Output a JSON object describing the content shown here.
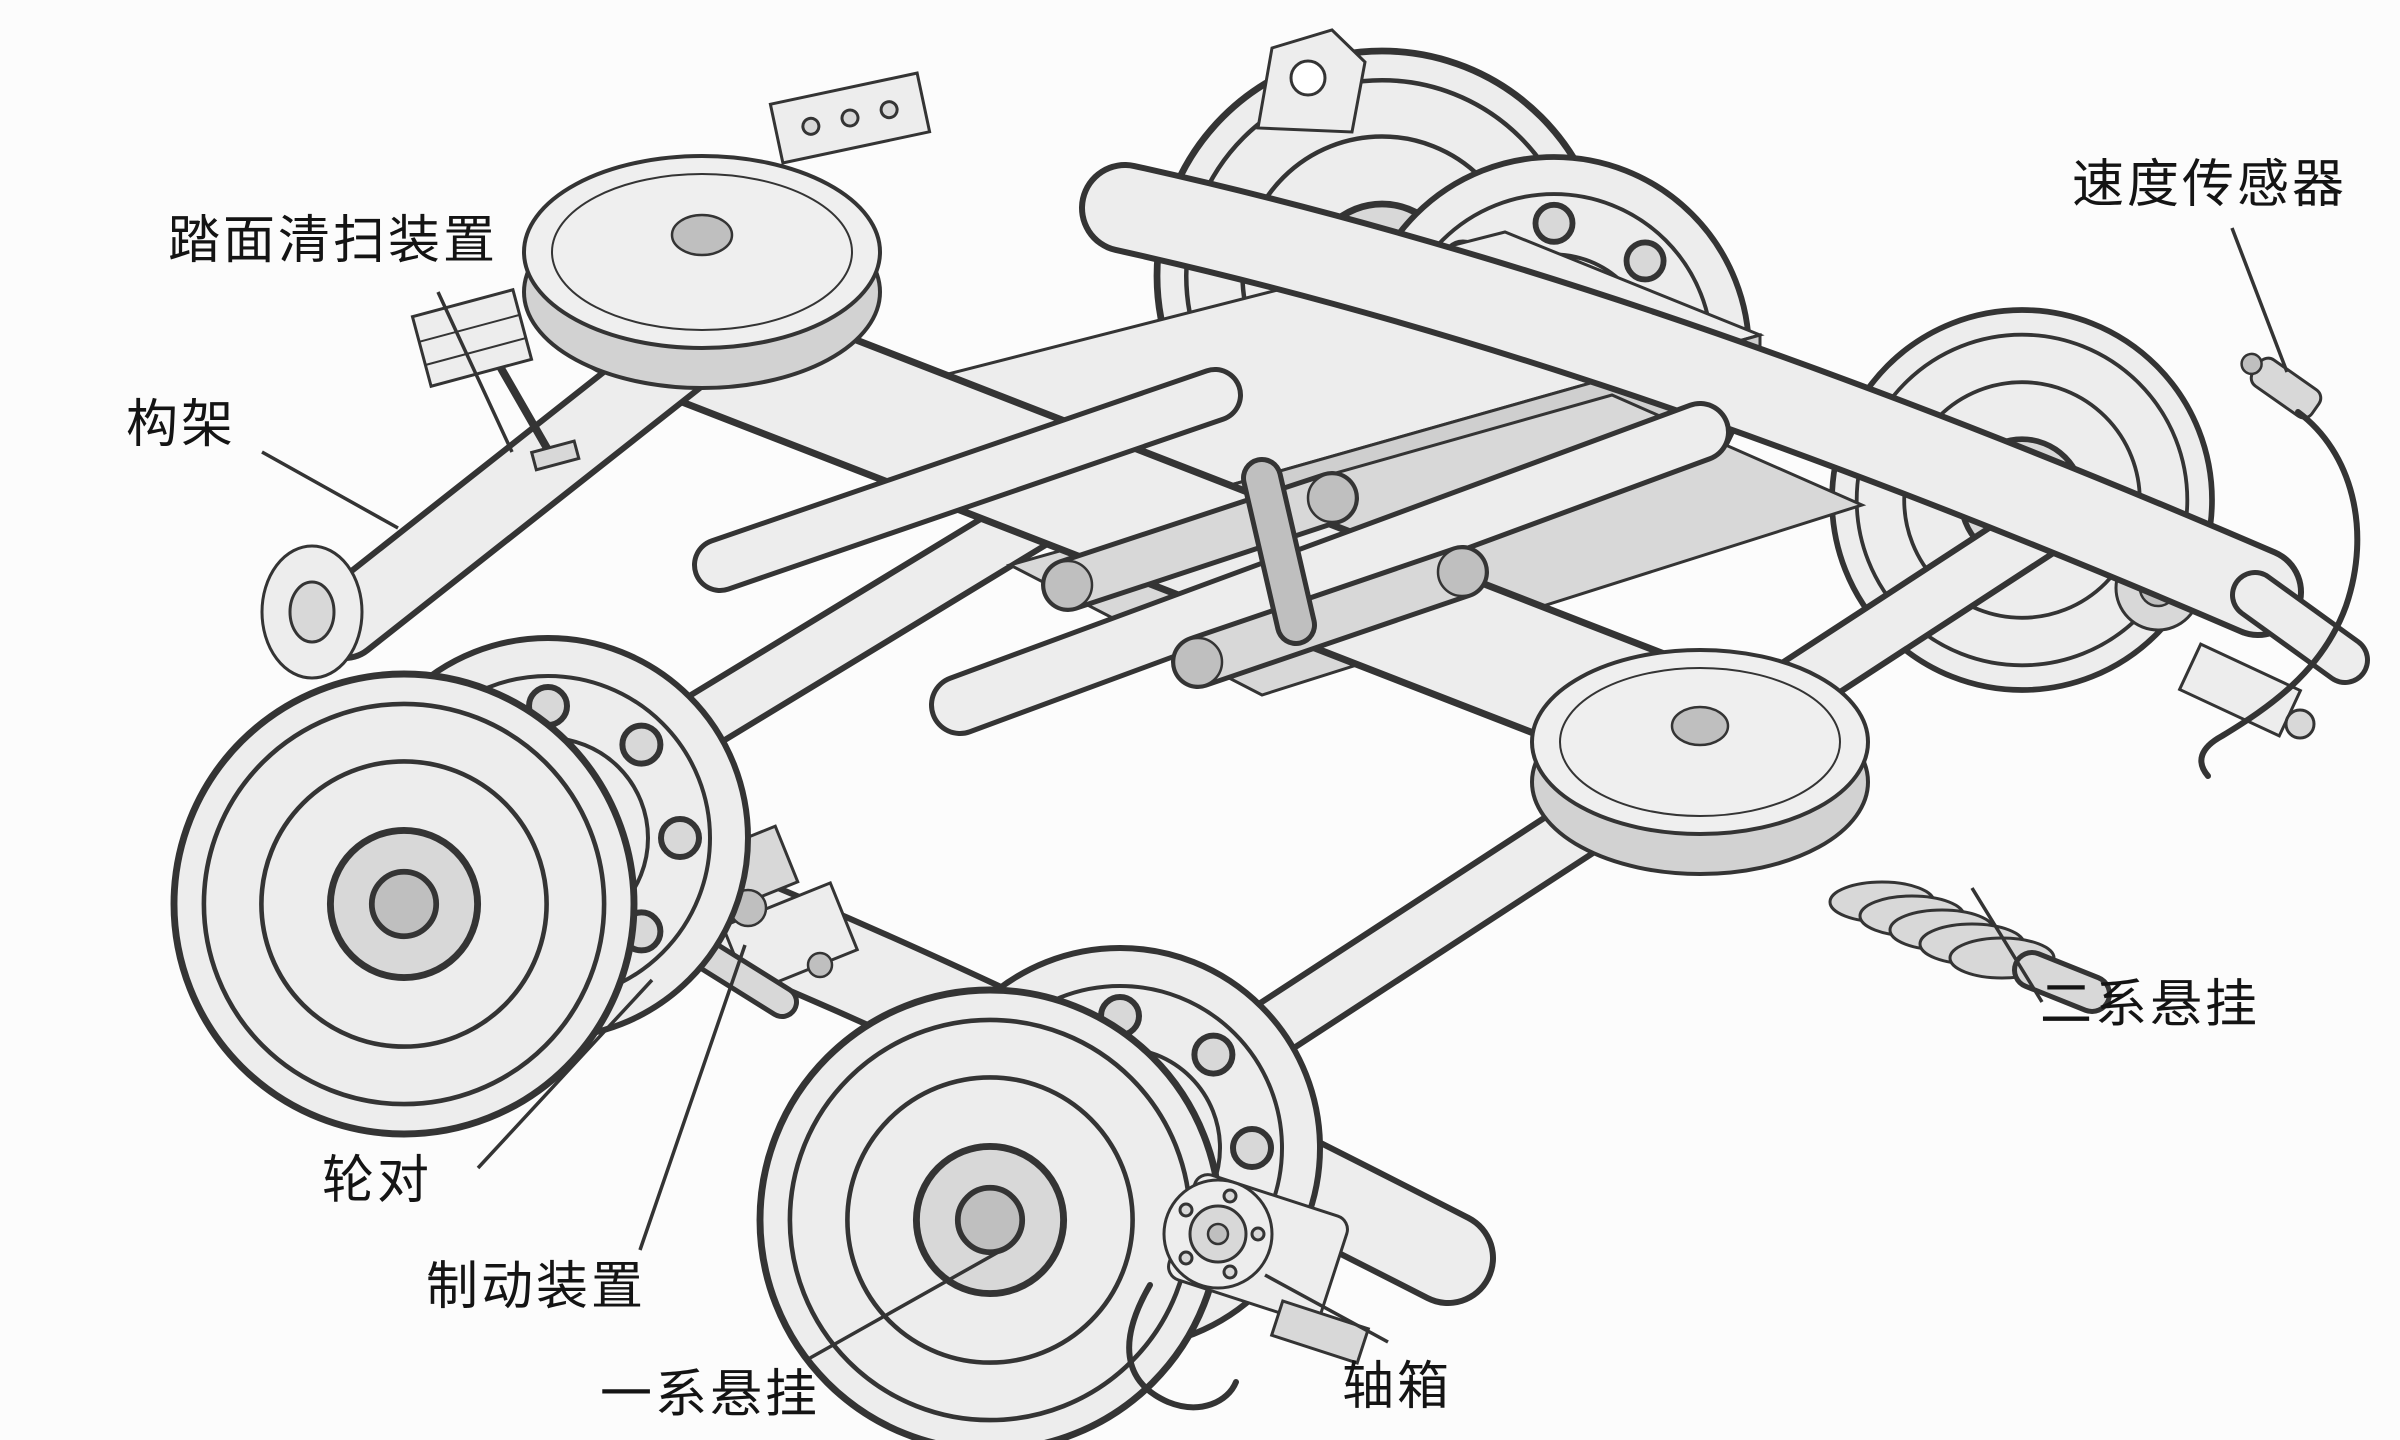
{
  "diagram": {
    "labels": [
      {
        "id": "tread-cleaner",
        "text": "踏面清扫装置"
      },
      {
        "id": "frame",
        "text": "构架"
      },
      {
        "id": "wheelset",
        "text": "轮对"
      },
      {
        "id": "brake-device",
        "text": "制动装置"
      },
      {
        "id": "primary-suspension",
        "text": "一系悬挂"
      },
      {
        "id": "axle-box",
        "text": "轴箱"
      },
      {
        "id": "secondary-suspension",
        "text": "二系悬挂"
      },
      {
        "id": "speed-sensor",
        "text": "速度传感器"
      }
    ],
    "colors": {
      "background": "#fcfcfc",
      "line": "#343434",
      "fill_light": "#ededed",
      "fill_mid": "#d8d8d8",
      "fill_dark": "#bfbfbf",
      "label_text": "#141414"
    }
  }
}
